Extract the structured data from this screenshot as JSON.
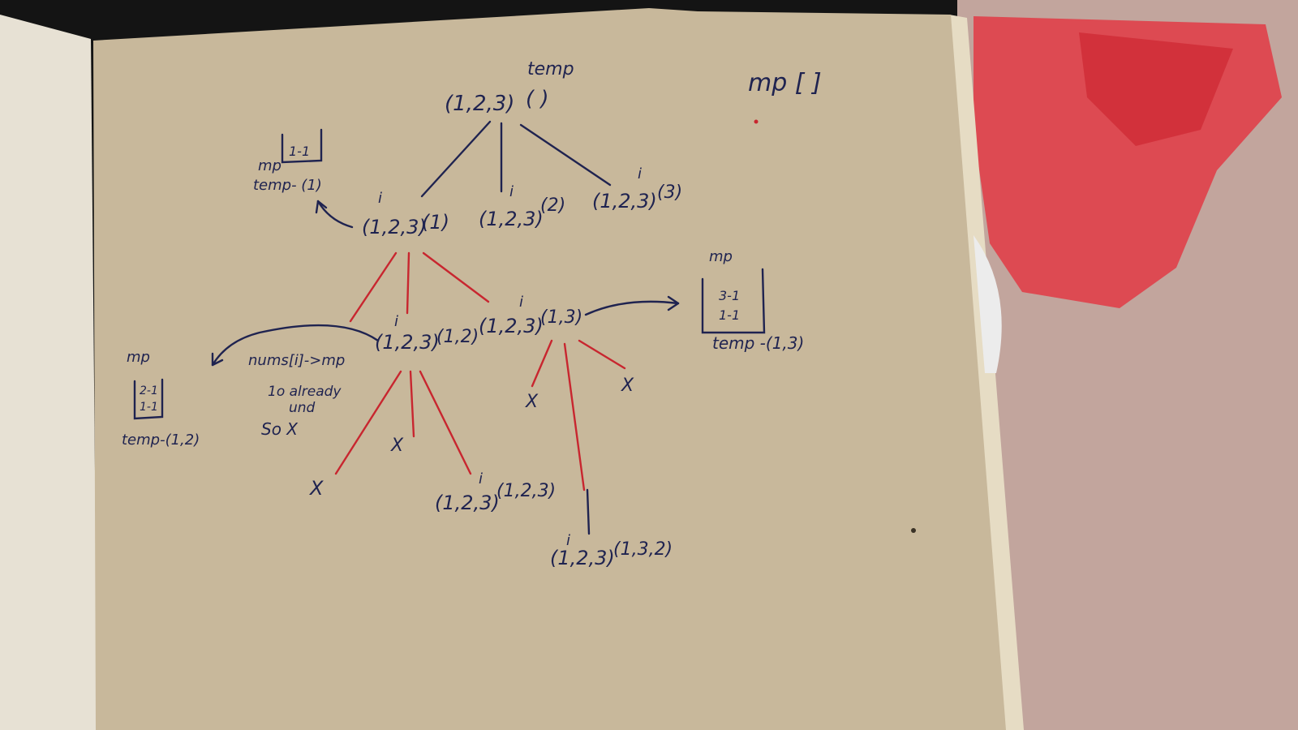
{
  "diagram": {
    "top_temp_label": "temp",
    "root_state": "(1,2,3)",
    "root_temp": "( )",
    "mp_header": "mp [ ]",
    "level1": [
      {
        "state": "(1,2,3)",
        "temp": "(1)"
      },
      {
        "state": "(1,2,3)",
        "temp": "(2)"
      },
      {
        "state": "(1,2,3)",
        "temp": "(3)"
      }
    ],
    "level2": [
      {
        "state": "(1,2,3)",
        "temp": "(1,2)"
      },
      {
        "state": "(1,2,3)",
        "temp": "(1,3)"
      }
    ],
    "level3": [
      {
        "state": "(1,2,3)",
        "temp": "(1,2,3)"
      },
      {
        "state": "(1,2,3)",
        "temp": "(1,3,2)"
      }
    ],
    "side_left_top": {
      "mp_label": "mp",
      "mp_content": "1-1",
      "temp_line": "temp- (1)"
    },
    "side_left_mid": {
      "mp_label": "mp",
      "mp_lines": [
        "2-1",
        "1-1"
      ],
      "temp_line": "temp-(1,2)"
    },
    "side_right": {
      "mp_label": "mp",
      "mp_lines": [
        "3-1",
        "1-1"
      ],
      "temp_line": "temp -(1,3)"
    },
    "note_lines": [
      "nums[i]->mp",
      "1o already",
      "und",
      "So X"
    ],
    "index_marker": "i",
    "pruned_marker": "X"
  }
}
